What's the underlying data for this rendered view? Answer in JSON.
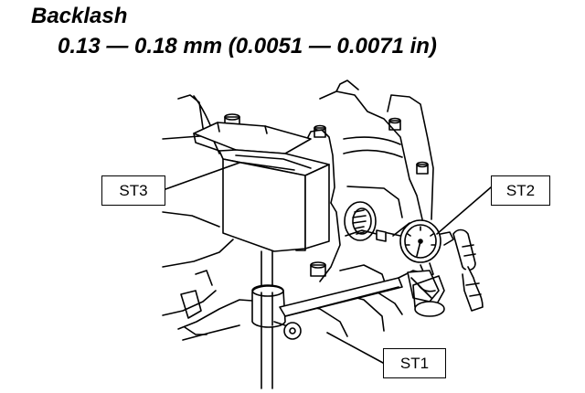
{
  "heading": {
    "title": "Backlash",
    "spec": "0.13 — 0.18 mm (0.0051 — 0.0071 in)"
  },
  "callouts": [
    {
      "id": "st3",
      "label": "ST3"
    },
    {
      "id": "st2",
      "label": "ST2"
    },
    {
      "id": "st1",
      "label": "ST1"
    }
  ],
  "colors": {
    "ink": "#000000",
    "paper": "#ffffff"
  }
}
